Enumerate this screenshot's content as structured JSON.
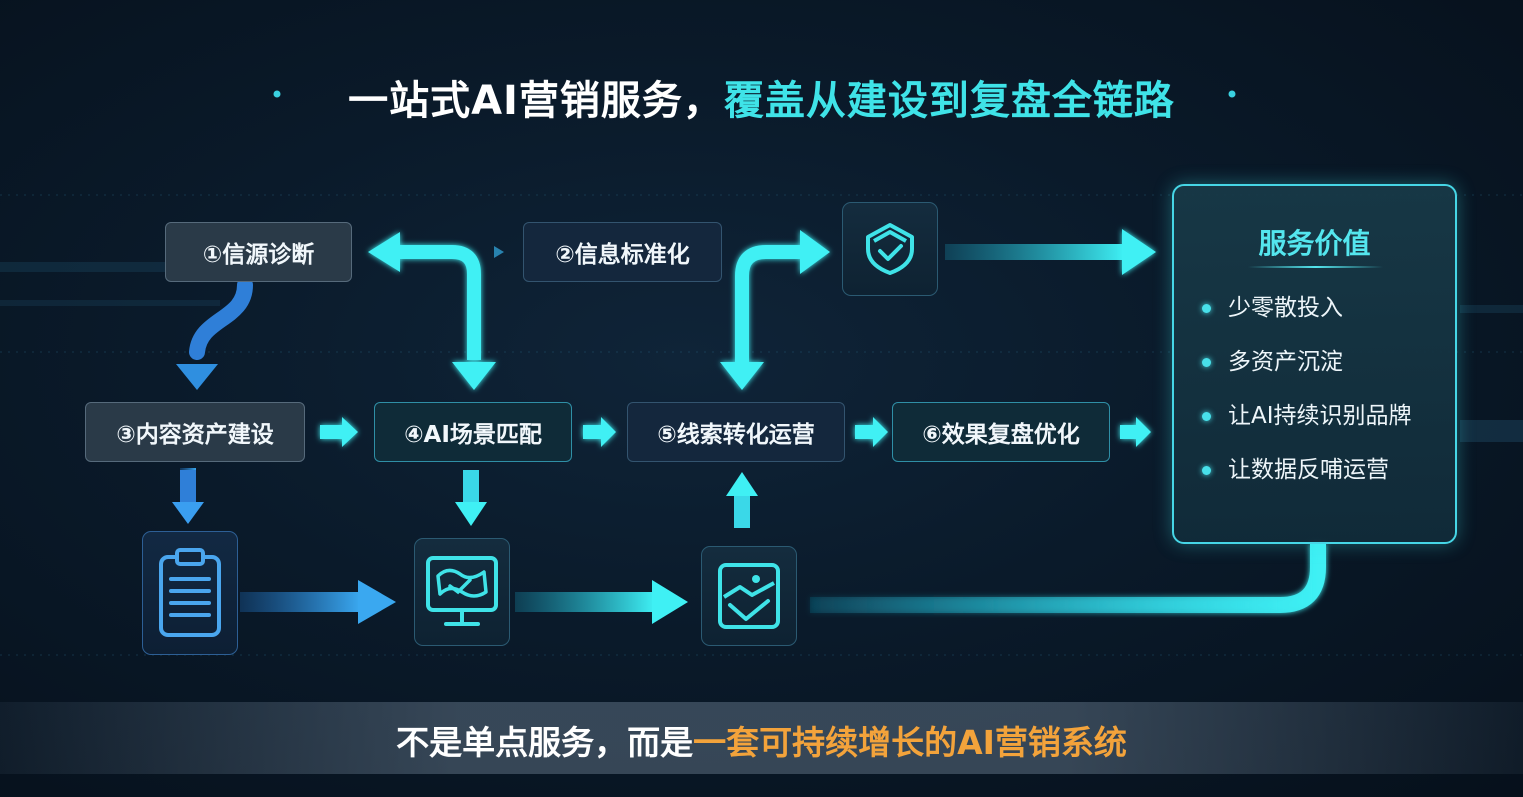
{
  "title": {
    "part1": "一站式AI营销服务，",
    "part2": "覆盖从建设到复盘全链路"
  },
  "steps": {
    "step1": "①信源诊断",
    "step2": "②信息标准化",
    "step3": "③内容资产建设",
    "step4": "④AI场景匹配",
    "step5": "⑤线索转化运营",
    "step6": "⑥效果复盘优化"
  },
  "value_panel": {
    "title": "服务价值",
    "items": [
      "少零散投入",
      "多资产沉淀",
      "让AI持续识别品牌",
      "让数据反哺运营"
    ]
  },
  "footer": {
    "part1": "不是单点服务，而是",
    "part2": "一套可持续增长的AI营销系统"
  },
  "colors": {
    "accent_cyan": "#3fe3e8",
    "accent_orange": "#f3a33b",
    "arrow_blue": "#2f8fe0",
    "background": "#0a1a2a"
  },
  "icons": [
    "shield-check-icon",
    "clipboard-icon",
    "monitor-icon",
    "image-check-icon"
  ]
}
